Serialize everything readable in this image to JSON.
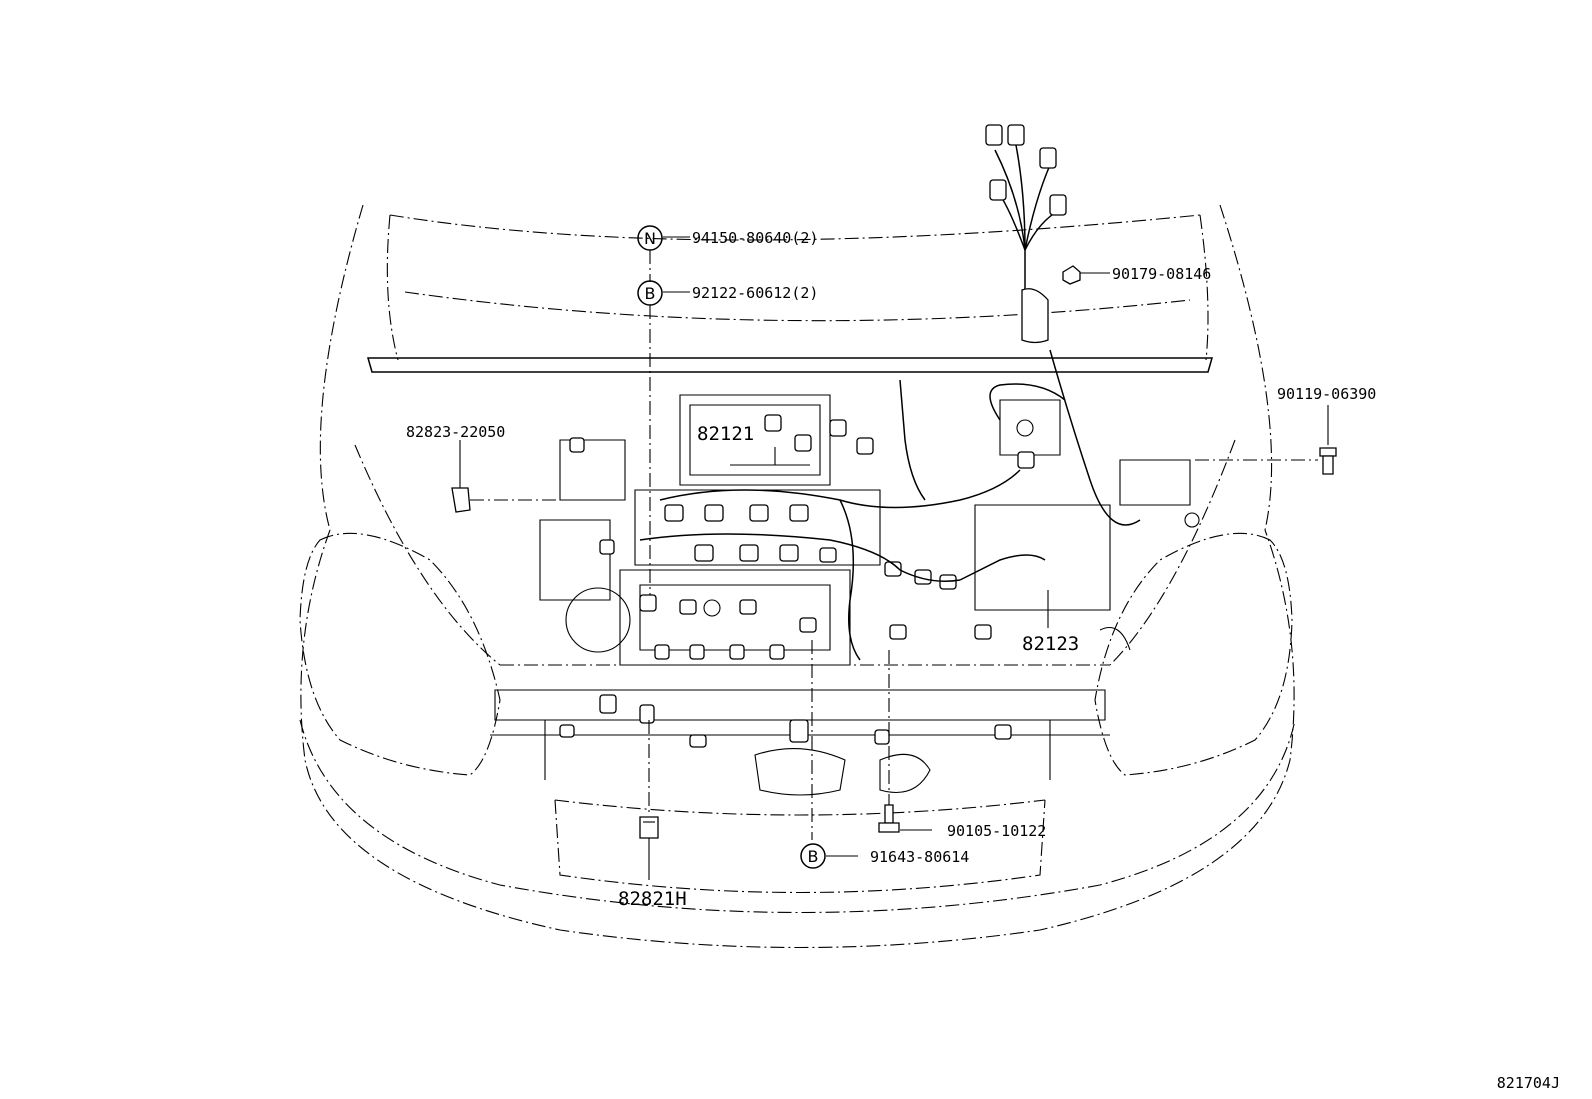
{
  "illustration_code": "821704J",
  "markers": {
    "n": "N",
    "b_top": "B",
    "b_bottom": "B"
  },
  "parts": {
    "p_94150": "94150-80640(2)",
    "p_92122": "92122-60612(2)",
    "p_90179": "90179-08146",
    "p_90119": "90119-06390",
    "p_82823": "82823-22050",
    "p_82121": "82121",
    "p_82123": "82123",
    "p_90105": "90105-10122",
    "p_91643": "91643-80614",
    "p_82821h": "82821H"
  }
}
